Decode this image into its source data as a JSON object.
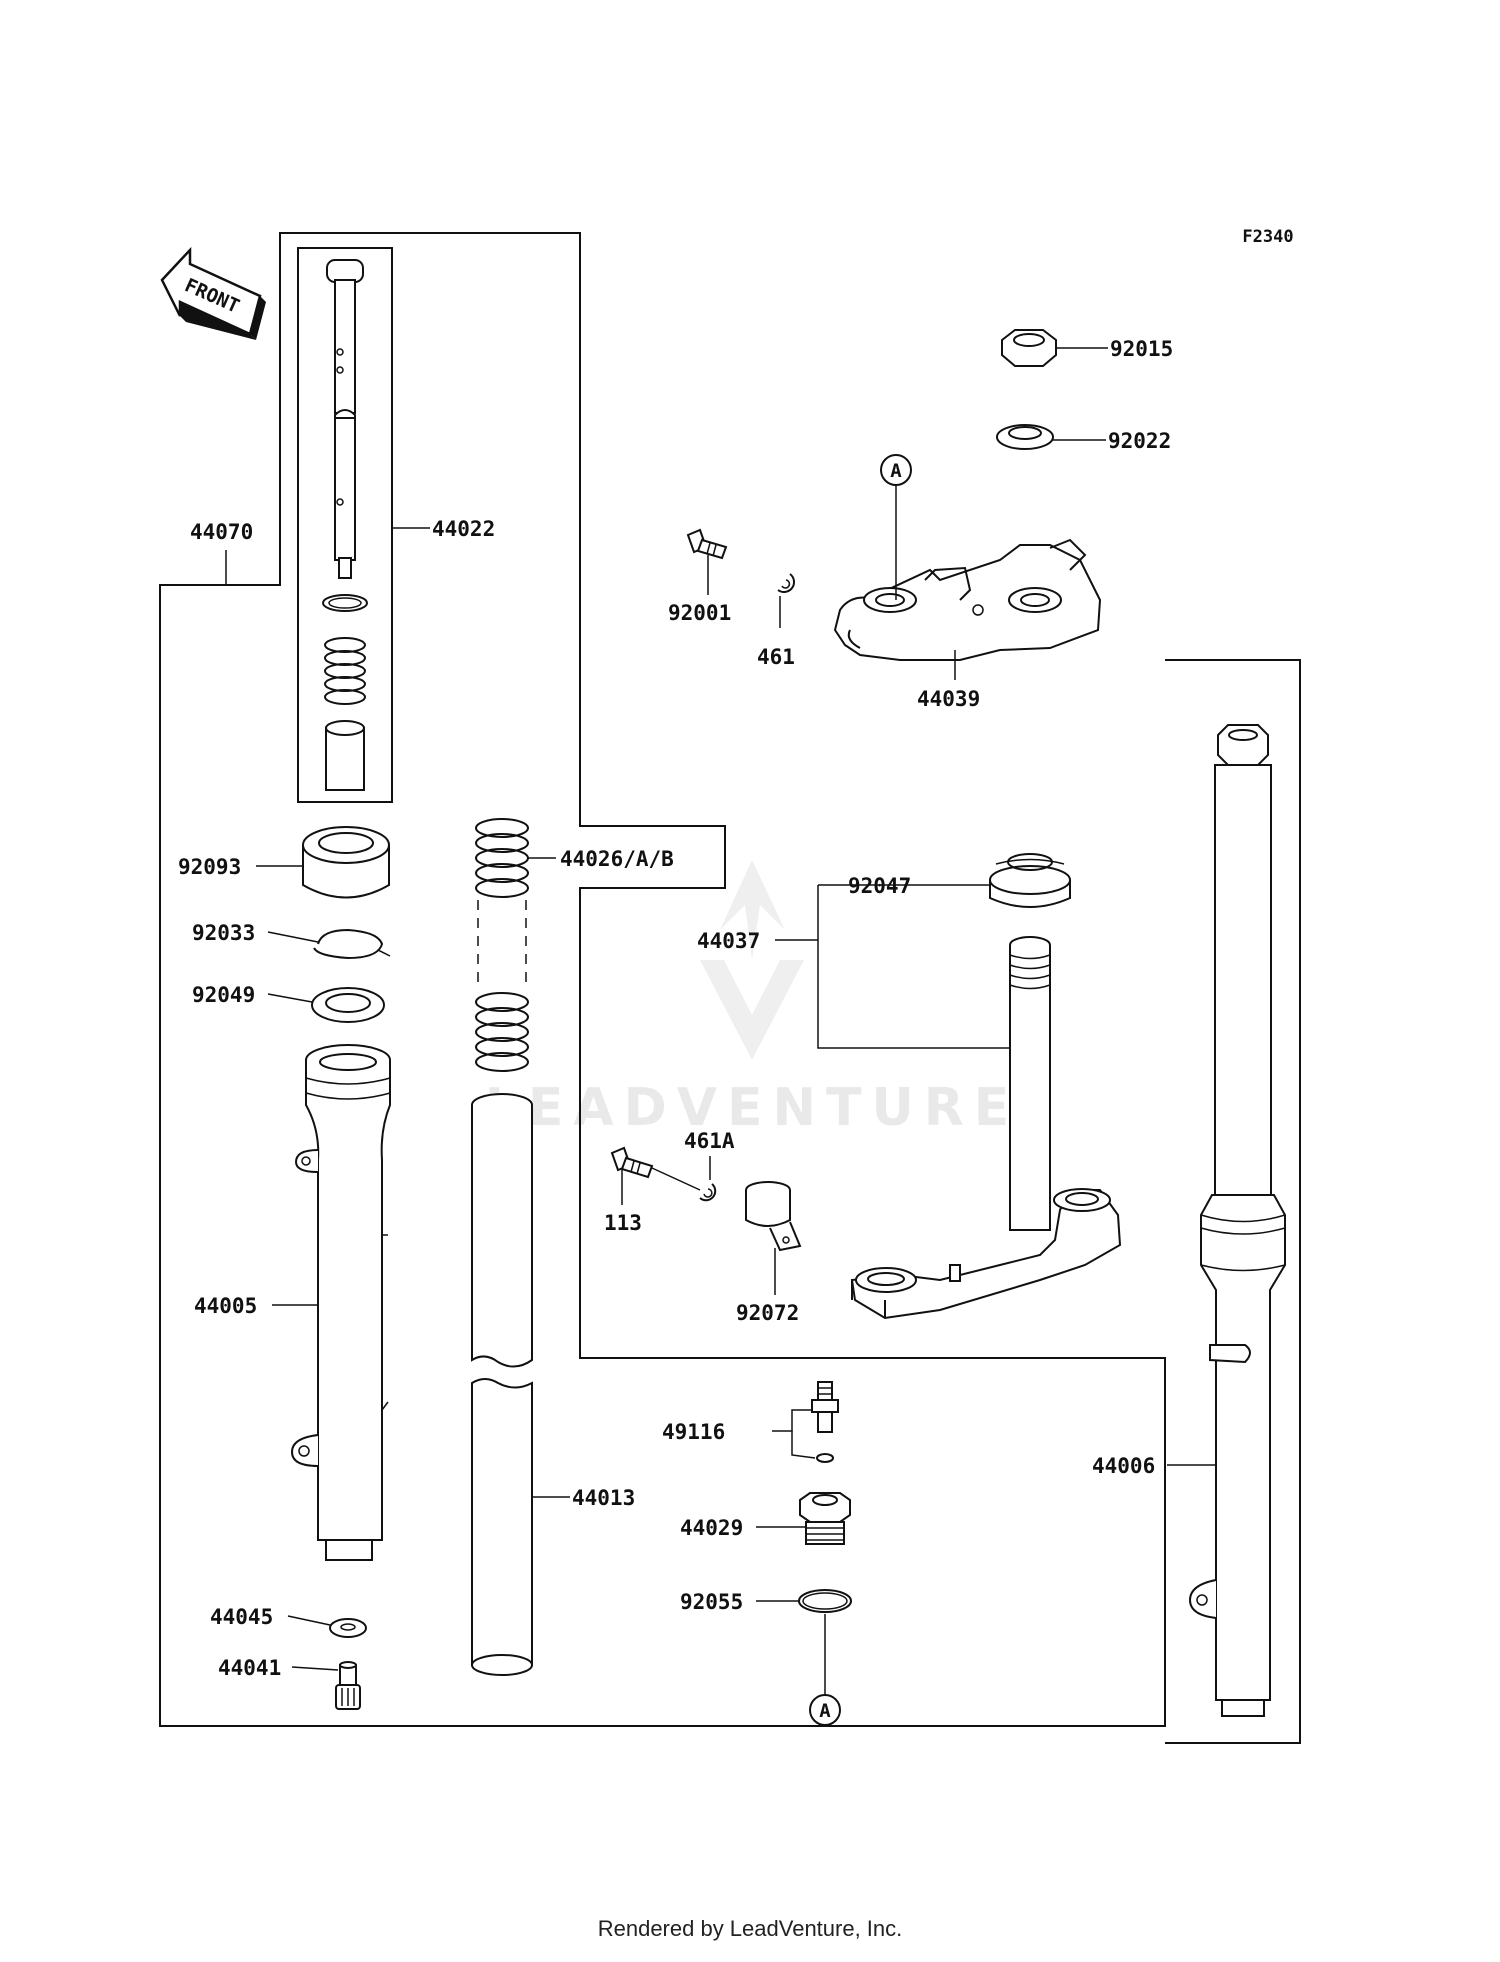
{
  "diagram": {
    "code": "F2340",
    "front_label": "FRONT",
    "watermark": "LEADVENTURE",
    "footer": "Rendered by LeadVenture, Inc.",
    "reference_marks": [
      "A",
      "A"
    ],
    "parts": {
      "p92015": "92015",
      "p92022": "92022",
      "p44070": "44070",
      "p44022": "44022",
      "p92001": "92001",
      "p461": "461",
      "p44039": "44039",
      "p92093": "92093",
      "p44026": "44026/A/B",
      "p92047": "92047",
      "p44037": "44037",
      "p92033": "92033",
      "p92049": "92049",
      "p461A": "461A",
      "p113": "113",
      "p92072": "92072",
      "p44005": "44005",
      "p49116": "49116",
      "p44013": "44013",
      "p44006": "44006",
      "p44029": "44029",
      "p92055": "92055",
      "p44045": "44045",
      "p44041": "44041"
    },
    "colors": {
      "line": "#111111",
      "fill": "#ffffff",
      "watermark": "#e9e9e9"
    }
  }
}
